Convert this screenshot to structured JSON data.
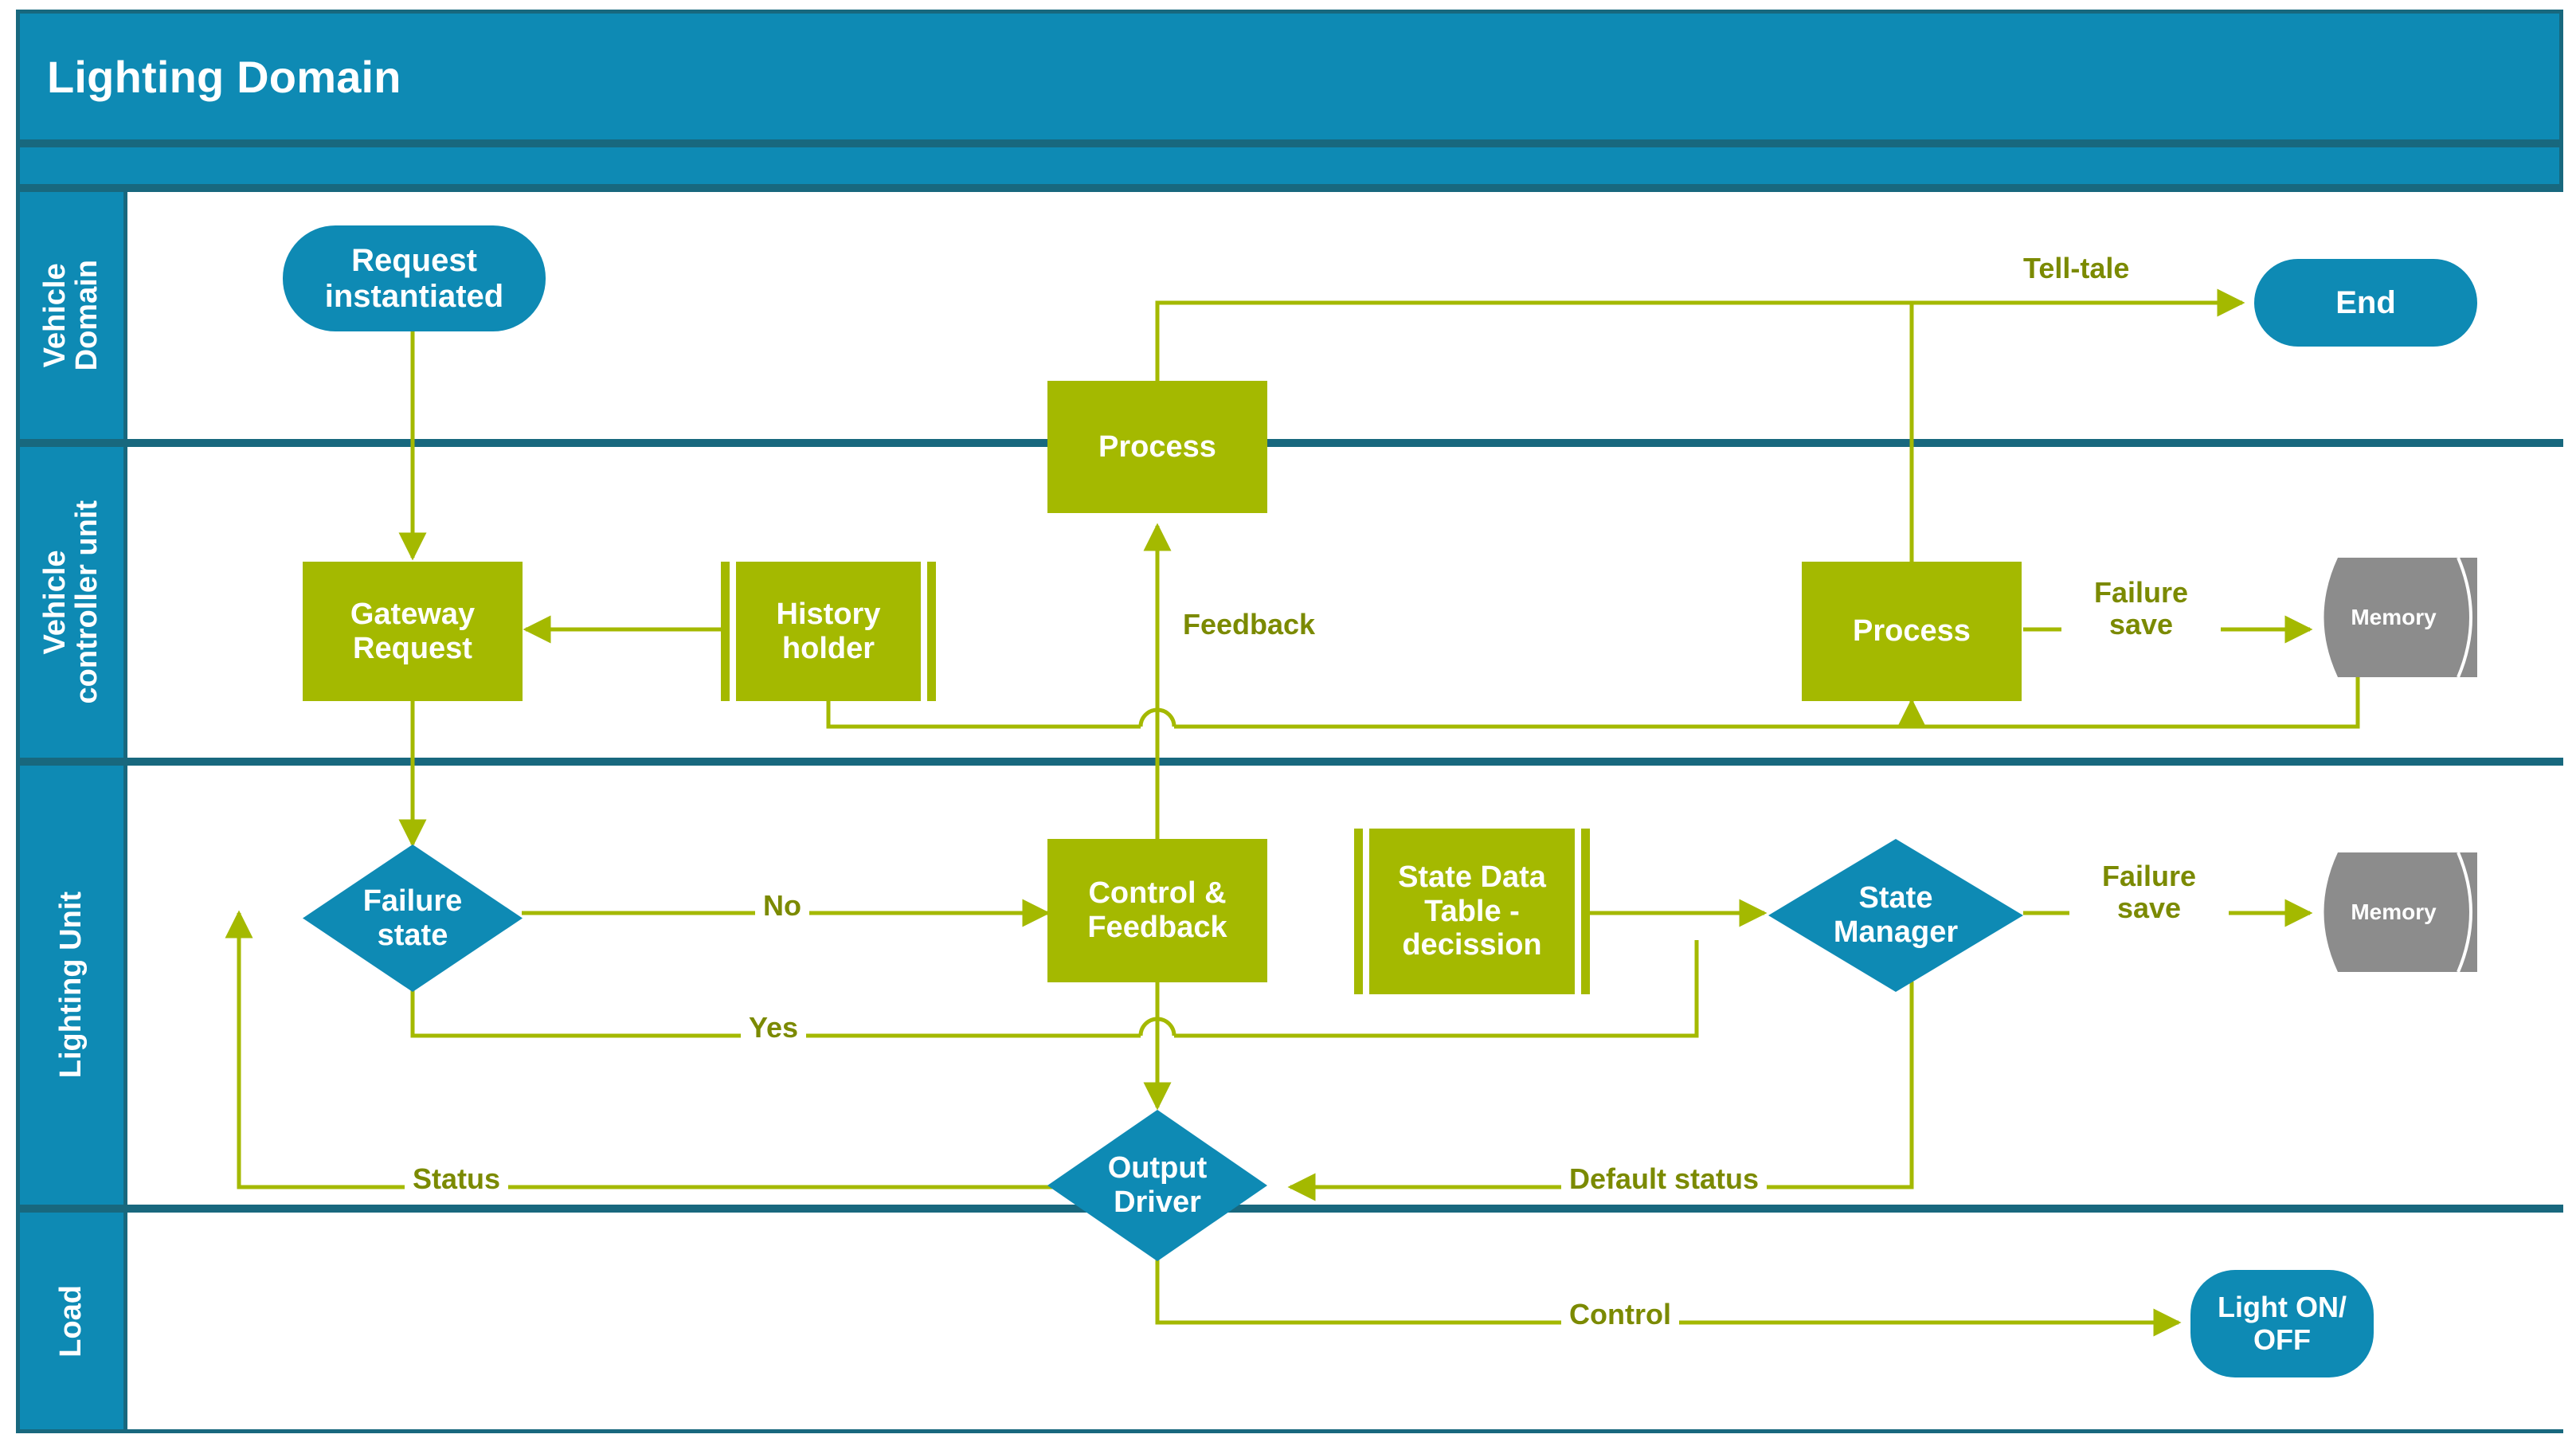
{
  "header": {
    "title": "Lighting Domain"
  },
  "colors": {
    "lane_blue": "#0e8ab4",
    "lane_border": "#18687e",
    "process_green": "#a4b900",
    "edge_green": "#a4b900",
    "label_green": "#7b8a00",
    "memory_gray": "#8c8c8c",
    "text_white": "#ffffff"
  },
  "lanes": [
    {
      "id": "vehicle-domain",
      "label": "Vehicle\nDomain"
    },
    {
      "id": "vehicle-controller-unit",
      "label": "Vehicle\ncontroller unit"
    },
    {
      "id": "lighting-unit",
      "label": "Lighting Unit"
    },
    {
      "id": "load",
      "label": "Load"
    }
  ],
  "nodes": [
    {
      "id": "request-instantiated",
      "label": "Request\ninstantiated",
      "shape": "terminator",
      "lane": "vehicle-domain"
    },
    {
      "id": "end",
      "label": "End",
      "shape": "terminator",
      "lane": "vehicle-domain"
    },
    {
      "id": "process-top",
      "label": "Process",
      "shape": "process",
      "lane": "vehicle-domain"
    },
    {
      "id": "gateway-request",
      "label": "Gateway\nRequest",
      "shape": "process",
      "lane": "vehicle-controller-unit"
    },
    {
      "id": "history-holder",
      "label": "History\nholder",
      "shape": "predefined-process",
      "lane": "vehicle-controller-unit"
    },
    {
      "id": "process-right",
      "label": "Process",
      "shape": "process",
      "lane": "vehicle-controller-unit"
    },
    {
      "id": "memory-upper",
      "label": "Memory",
      "shape": "cylinder",
      "lane": "vehicle-controller-unit"
    },
    {
      "id": "failure-state",
      "label": "Failure\nstate",
      "shape": "decision",
      "lane": "lighting-unit"
    },
    {
      "id": "control-feedback",
      "label": "Control &\nFeedback",
      "shape": "process",
      "lane": "lighting-unit"
    },
    {
      "id": "state-data-table",
      "label": "State Data\nTable -\ndecission",
      "shape": "predefined-process",
      "lane": "lighting-unit"
    },
    {
      "id": "state-manager",
      "label": "State\nManager",
      "shape": "decision",
      "lane": "lighting-unit"
    },
    {
      "id": "memory-lower",
      "label": "Memory",
      "shape": "cylinder",
      "lane": "lighting-unit"
    },
    {
      "id": "output-driver",
      "label": "Output\nDriver",
      "shape": "decision",
      "lane": "lighting-unit"
    },
    {
      "id": "light-on-off",
      "label": "Light ON/\nOFF",
      "shape": "terminator",
      "lane": "load"
    }
  ],
  "edges": [
    {
      "id": "tell-tale",
      "label": "Tell-tale",
      "from": "process-right",
      "to": "end"
    },
    {
      "id": "feedback",
      "label": "Feedback",
      "from": "control-feedback",
      "to": "process-top"
    },
    {
      "id": "failure-save-upper",
      "label": "Failure\nsave",
      "from": "process-right",
      "to": "memory-upper"
    },
    {
      "id": "failure-save-lower",
      "label": "Failure\nsave",
      "from": "state-manager",
      "to": "memory-lower"
    },
    {
      "id": "no",
      "label": "No",
      "from": "failure-state",
      "to": "control-feedback"
    },
    {
      "id": "yes",
      "label": "Yes",
      "from": "failure-state",
      "to": "output-driver"
    },
    {
      "id": "status",
      "label": "Status",
      "from": "output-driver",
      "to": "failure-state"
    },
    {
      "id": "default-status",
      "label": "Default status",
      "from": "state-manager",
      "to": "output-driver"
    },
    {
      "id": "control",
      "label": "Control",
      "from": "output-driver",
      "to": "light-on-off"
    }
  ]
}
